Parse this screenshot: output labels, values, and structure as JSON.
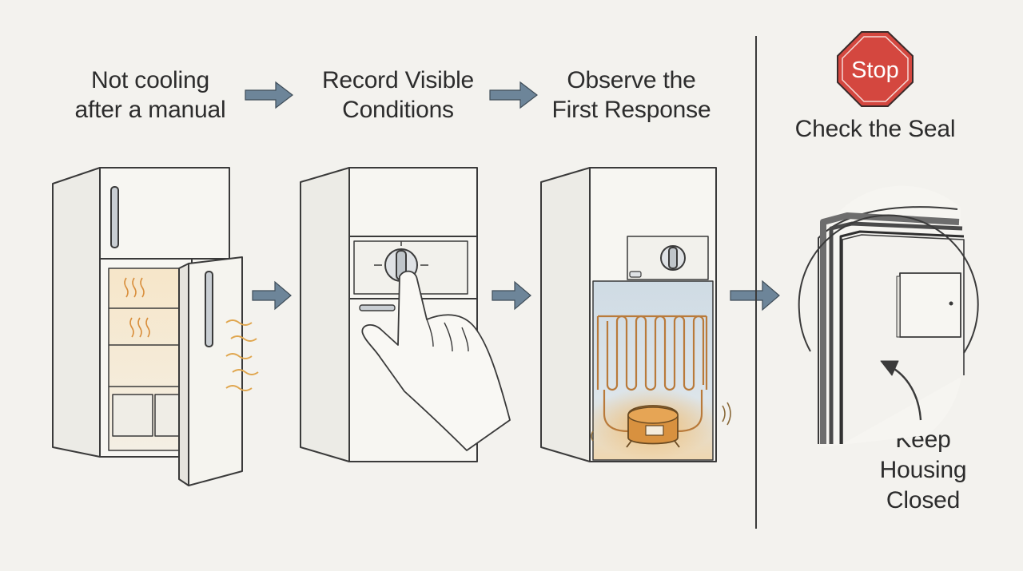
{
  "steps": [
    {
      "line1": "Not cooling",
      "line2": "after a manual"
    },
    {
      "line1": "Record Visible",
      "line2": "Conditions"
    },
    {
      "line1": "Observe the",
      "line2": "First Response"
    }
  ],
  "stop_sign": {
    "text": "Stop",
    "color": "#d4473f"
  },
  "check": {
    "title": "Check the Seal"
  },
  "note": {
    "line1": "Keep",
    "line2": "Housing",
    "line3": "Closed"
  },
  "colors": {
    "arrow": "#6d8599",
    "line": "#3a3a3a",
    "warm": "#e9a24c",
    "cool_panel": "#d9e3ea",
    "coil": "#b97a3a"
  }
}
